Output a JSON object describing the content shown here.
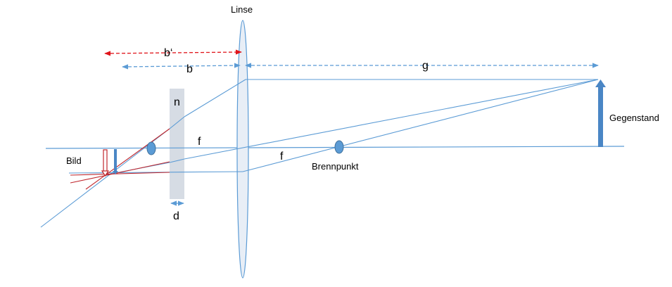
{
  "labels": {
    "lens": "Linse",
    "b_prime": "b‘",
    "b": "b",
    "g": "g",
    "n": "n",
    "f_left": "f",
    "f_right": "f",
    "object": "Gegenstand",
    "image": "Bild",
    "focal_point": "Brennpunkt",
    "d": "d"
  },
  "colors": {
    "ray": "#5b9bd5",
    "lens_fill": "#e8eef6",
    "plate_fill": "#d6dce4",
    "object_arrow": "#4a86c5",
    "dimension_red": "#e0151b",
    "ray_red": "#c0272d",
    "text": "#000000"
  }
}
